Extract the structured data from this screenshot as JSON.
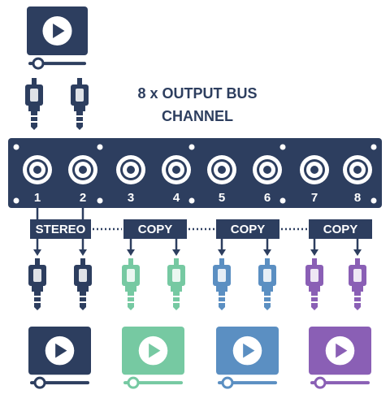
{
  "title": {
    "line1": "8 x OUTPUT BUS",
    "line2": "CHANNEL"
  },
  "colors": {
    "navy": "#2d3e5f",
    "green": "#76c9a2",
    "blue": "#5b8fc2",
    "purple": "#8a5fb5",
    "white": "#ffffff"
  },
  "channels": [
    "1",
    "2",
    "3",
    "4",
    "5",
    "6",
    "7",
    "8"
  ],
  "groups": [
    {
      "label": "STEREO",
      "color_key": "navy"
    },
    {
      "label": "COPY",
      "color_key": "green"
    },
    {
      "label": "COPY",
      "color_key": "blue"
    },
    {
      "label": "COPY",
      "color_key": "purple"
    }
  ],
  "icons": {
    "source_player": "video-player-icon",
    "plug": "audio-plug-icon",
    "output_port": "output-jack-icon"
  }
}
